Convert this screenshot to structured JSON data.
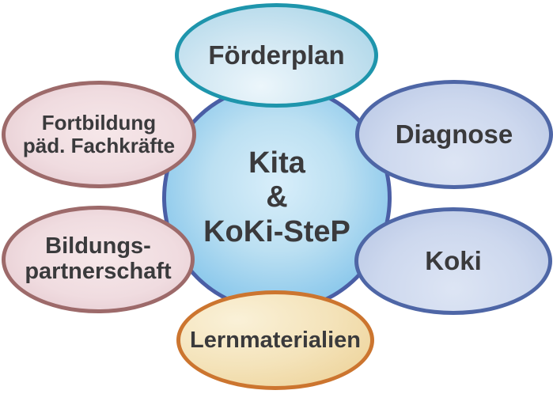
{
  "diagram": {
    "background_color": "#ffffff",
    "text_color": "#3a3a3c",
    "center_node": {
      "label": "Kita\n&\nKoKi-SteP",
      "shape": "circle",
      "fill_center": "#d8eefa",
      "fill_edge": "#74bae4",
      "border_color": "#4a5ea5"
    },
    "nodes": [
      {
        "id": "foerderplan",
        "label": "Förderplan",
        "position": "top",
        "fill_light": "#ecf6fb",
        "fill_dark": "#a3d2e6",
        "border_color": "#1e95ac"
      },
      {
        "id": "diagnose",
        "label": "Diagnose",
        "position": "right-top",
        "fill_light": "#dde5f4",
        "fill_dark": "#b5c4e3",
        "border_color": "#4e66a6"
      },
      {
        "id": "koki",
        "label": "Koki",
        "position": "right-bottom",
        "fill_light": "#dde5f4",
        "fill_dark": "#b5c4e3",
        "border_color": "#4e66a6"
      },
      {
        "id": "lernmaterialien",
        "label": "Lernmaterialien",
        "position": "bottom",
        "fill_light": "#faf1d8",
        "fill_dark": "#eccf92",
        "border_color": "#cc752f"
      },
      {
        "id": "fortbildung",
        "label": "Fortbildung\npäd. Fachkräfte",
        "position": "left-top",
        "fill_light": "#f6e7e9",
        "fill_dark": "#e2c5cb",
        "border_color": "#9d6a6a"
      },
      {
        "id": "bildungspartnerschaft",
        "label": "Bildungs-\npartnerschaft",
        "position": "left-bottom",
        "fill_light": "#f6e7e9",
        "fill_dark": "#e2c5cb",
        "border_color": "#9d6a6a"
      }
    ]
  }
}
